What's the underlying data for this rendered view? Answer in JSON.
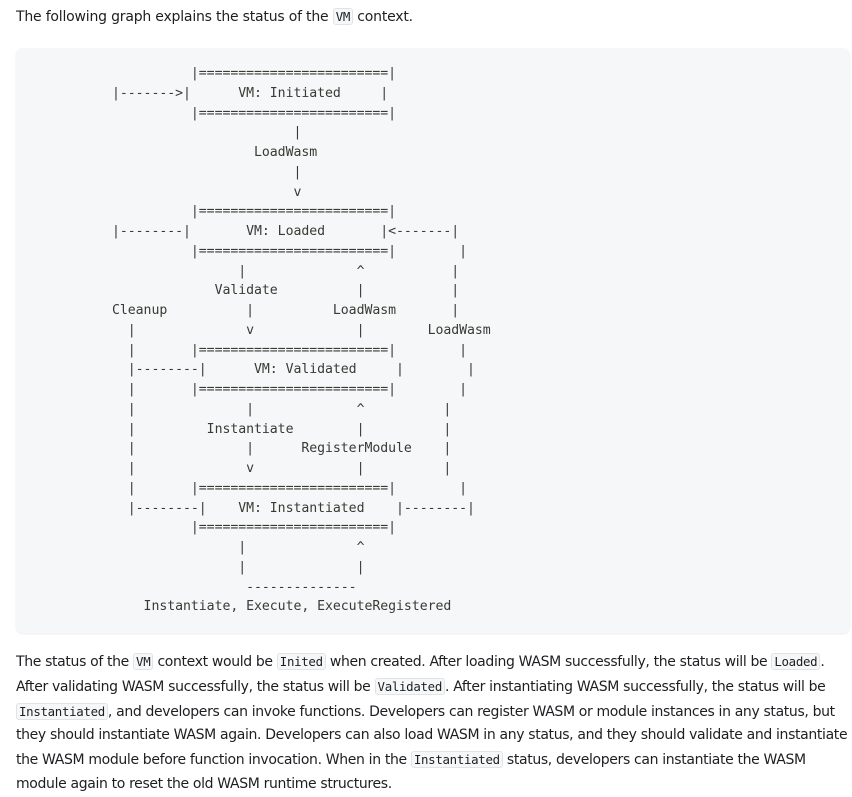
{
  "intro": {
    "before": "The following graph explains the status of the ",
    "code": "VM",
    "after": " context."
  },
  "diagram": {
    "lines": [
      "          |========================|",
      "|------->|      VM: Initiated     |",
      "          |========================|",
      "                       |",
      "                  LoadWasm",
      "                       |",
      "                       v",
      "          |========================|",
      "|--------|       VM: Loaded       |<-------|",
      "          |========================|        |",
      "                |              ^           |",
      "             Validate          |           |",
      "Cleanup          |          LoadWasm       |",
      "  |              v             |        LoadWasm",
      "  |       |========================|        |",
      "  |--------|      VM: Validated     |        |",
      "  |       |========================|        |",
      "  |              |             ^          |",
      "  |         Instantiate        |          |",
      "  |              |      RegisterModule    |",
      "  |              v             |          |",
      "  |       |========================|        |",
      "  |--------|    VM: Instantiated    |--------|",
      "          |========================|",
      "                |              ^",
      "                |              |",
      "                 --------------",
      "    Instantiate, Execute, ExecuteRegistered"
    ]
  },
  "description": {
    "s1": "The status of the ",
    "c1": "VM",
    "s2": " context would be ",
    "c2": "Inited",
    "s3": " when created. After loading WASM successfully, the status will be ",
    "c3": "Loaded",
    "s4": ". After validating WASM successfully, the status will be ",
    "c4": "Validated",
    "s5": ". After instantiating WASM successfully, the status will be ",
    "c5": "Instantiated",
    "s6": ", and developers can invoke functions. Developers can register WASM or module instances in any status, but they should instantiate WASM again. Developers can also load WASM in any status, and they should validate and instantiate the WASM module before function invocation. When in the ",
    "c6": "Instantiated",
    "s7": " status, developers can instantiate the WASM module again to reset the old WASM runtime structures."
  }
}
